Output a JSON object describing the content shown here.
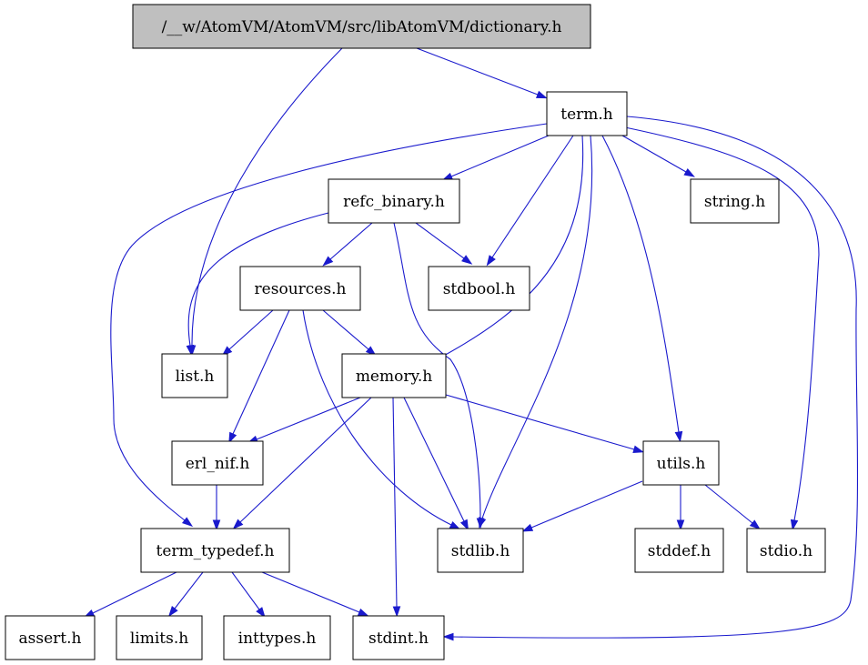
{
  "diagram": {
    "nodes": [
      {
        "id": "dictionary",
        "label": "/__w/AtomVM/AtomVM/src/libAtomVM/dictionary.h",
        "highlighted": true
      },
      {
        "id": "term",
        "label": "term.h"
      },
      {
        "id": "refc_binary",
        "label": "refc_binary.h"
      },
      {
        "id": "string",
        "label": "string.h"
      },
      {
        "id": "resources",
        "label": "resources.h"
      },
      {
        "id": "stdbool",
        "label": "stdbool.h"
      },
      {
        "id": "list",
        "label": "list.h"
      },
      {
        "id": "memory",
        "label": "memory.h"
      },
      {
        "id": "erl_nif",
        "label": "erl_nif.h"
      },
      {
        "id": "utils",
        "label": "utils.h"
      },
      {
        "id": "term_typedef",
        "label": "term_typedef.h"
      },
      {
        "id": "stdlib",
        "label": "stdlib.h"
      },
      {
        "id": "stddef",
        "label": "stddef.h"
      },
      {
        "id": "stdio",
        "label": "stdio.h"
      },
      {
        "id": "assert",
        "label": "assert.h"
      },
      {
        "id": "limits",
        "label": "limits.h"
      },
      {
        "id": "inttypes",
        "label": "inttypes.h"
      },
      {
        "id": "stdint",
        "label": "stdint.h"
      }
    ],
    "edges": [
      {
        "from": "dictionary",
        "to": "term"
      },
      {
        "from": "dictionary",
        "to": "list"
      },
      {
        "from": "term",
        "to": "refc_binary"
      },
      {
        "from": "term",
        "to": "string"
      },
      {
        "from": "term",
        "to": "stdbool"
      },
      {
        "from": "term",
        "to": "memory"
      },
      {
        "from": "term",
        "to": "stdlib"
      },
      {
        "from": "term",
        "to": "utils"
      },
      {
        "from": "term",
        "to": "stdio"
      },
      {
        "from": "term",
        "to": "stdint"
      },
      {
        "from": "term",
        "to": "term_typedef"
      },
      {
        "from": "refc_binary",
        "to": "resources"
      },
      {
        "from": "refc_binary",
        "to": "stdbool"
      },
      {
        "from": "refc_binary",
        "to": "list"
      },
      {
        "from": "refc_binary",
        "to": "stdlib"
      },
      {
        "from": "resources",
        "to": "list"
      },
      {
        "from": "resources",
        "to": "memory"
      },
      {
        "from": "resources",
        "to": "erl_nif"
      },
      {
        "from": "resources",
        "to": "stdlib"
      },
      {
        "from": "memory",
        "to": "erl_nif"
      },
      {
        "from": "memory",
        "to": "utils"
      },
      {
        "from": "memory",
        "to": "term_typedef"
      },
      {
        "from": "memory",
        "to": "stdlib"
      },
      {
        "from": "memory",
        "to": "stdint"
      },
      {
        "from": "erl_nif",
        "to": "term_typedef"
      },
      {
        "from": "utils",
        "to": "stdlib"
      },
      {
        "from": "utils",
        "to": "stddef"
      },
      {
        "from": "utils",
        "to": "stdio"
      },
      {
        "from": "term_typedef",
        "to": "assert"
      },
      {
        "from": "term_typedef",
        "to": "limits"
      },
      {
        "from": "term_typedef",
        "to": "inttypes"
      },
      {
        "from": "term_typedef",
        "to": "stdint"
      }
    ],
    "colors": {
      "edge": "#1a1acd",
      "root_fill": "#bfbfbf",
      "node_fill": "#ffffff",
      "node_border": "#000000"
    }
  }
}
